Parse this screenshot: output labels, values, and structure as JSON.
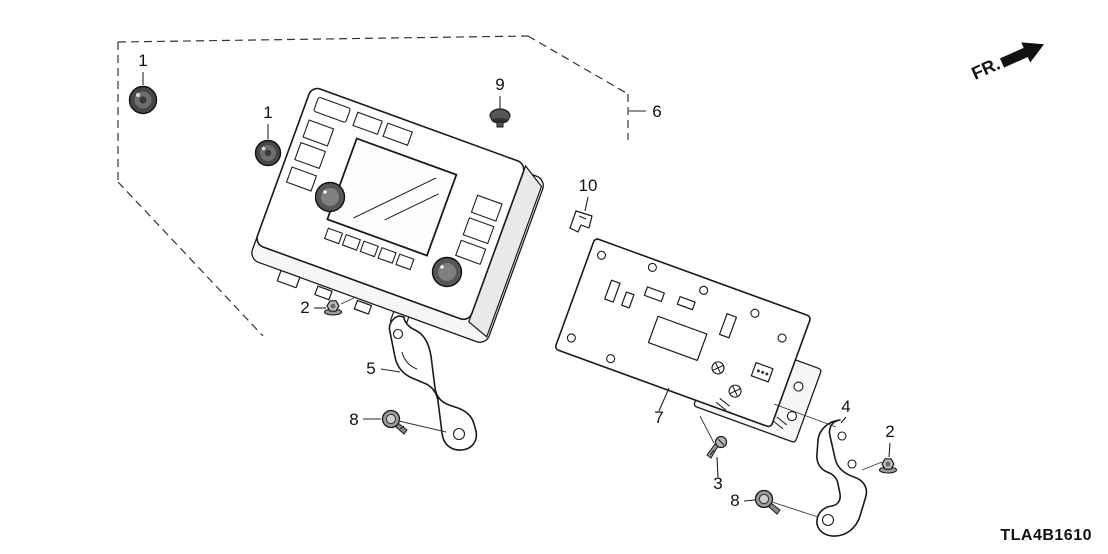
{
  "diagram": {
    "code": "TLA4B1610",
    "direction_label": "FR.",
    "callouts": [
      {
        "label": "1"
      },
      {
        "label": "1"
      },
      {
        "label": "9"
      },
      {
        "label": "6"
      },
      {
        "label": "10"
      },
      {
        "label": "2"
      },
      {
        "label": "5"
      },
      {
        "label": "8"
      },
      {
        "label": "7"
      },
      {
        "label": "3"
      },
      {
        "label": "4"
      },
      {
        "label": "2"
      },
      {
        "label": "8"
      }
    ],
    "colors": {
      "line": "#1a1a1a",
      "background": "#ffffff"
    }
  }
}
